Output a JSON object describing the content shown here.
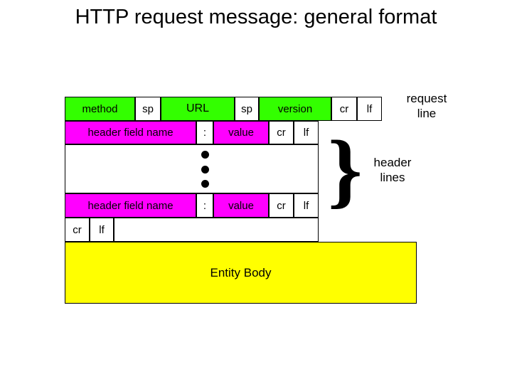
{
  "slide": {
    "title": "HTTP request message: general format",
    "background": "#ffffff"
  },
  "colors": {
    "request_line_fill": "#33ff00",
    "header_fill": "#ff00ff",
    "entity_body_fill": "#ffff00",
    "blank_fill": "#ffffff",
    "border": "#000000",
    "text": "#000000"
  },
  "diagram": {
    "request_line": {
      "cells": [
        {
          "label": "method",
          "fill": "green"
        },
        {
          "label": "sp",
          "fill": "white"
        },
        {
          "label": "URL",
          "fill": "green"
        },
        {
          "label": "sp",
          "fill": "white"
        },
        {
          "label": "version",
          "fill": "green"
        },
        {
          "label": "cr",
          "fill": "white"
        },
        {
          "label": "lf",
          "fill": "white"
        }
      ]
    },
    "header_line_1": {
      "cells": [
        {
          "label": "header field name",
          "fill": "magenta"
        },
        {
          "label": ":",
          "fill": "white"
        },
        {
          "label": "value",
          "fill": "magenta"
        },
        {
          "label": "cr",
          "fill": "white"
        },
        {
          "label": "lf",
          "fill": "white"
        }
      ]
    },
    "ellipsis_row": {
      "dots": 3,
      "fill": "white"
    },
    "header_line_n": {
      "cells": [
        {
          "label": "header field name",
          "fill": "magenta"
        },
        {
          "label": ":",
          "fill": "white"
        },
        {
          "label": "value",
          "fill": "magenta"
        },
        {
          "label": "cr",
          "fill": "white"
        },
        {
          "label": "lf",
          "fill": "white"
        }
      ]
    },
    "blank_line": {
      "cells": [
        {
          "label": "cr",
          "fill": "white"
        },
        {
          "label": "lf",
          "fill": "white"
        },
        {
          "label": "",
          "fill": "white"
        }
      ]
    },
    "entity_body": {
      "label": "Entity Body",
      "fill": "yellow"
    }
  },
  "annotations": {
    "request_line_label": "request\nline",
    "header_lines_label": "header\nlines",
    "brace_glyph": "}"
  }
}
